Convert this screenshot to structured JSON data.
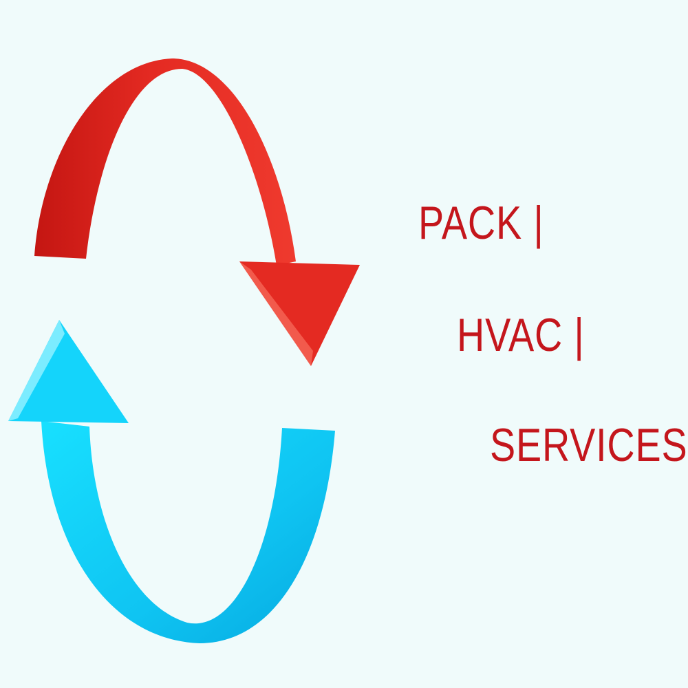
{
  "logo": {
    "words": [
      "PACK",
      "HVAC",
      "SERVICES"
    ],
    "separator": "|"
  },
  "colors": {
    "background": "#f0fbfb",
    "text": "#c4161c",
    "red_arrow_light": "#ef3a2e",
    "red_arrow_dark": "#c41612",
    "blue_arrow_light": "#18e0ff",
    "blue_arrow_dark": "#06a9e0"
  },
  "icons": [
    "red-cycle-arrow-icon",
    "blue-cycle-arrow-icon"
  ]
}
